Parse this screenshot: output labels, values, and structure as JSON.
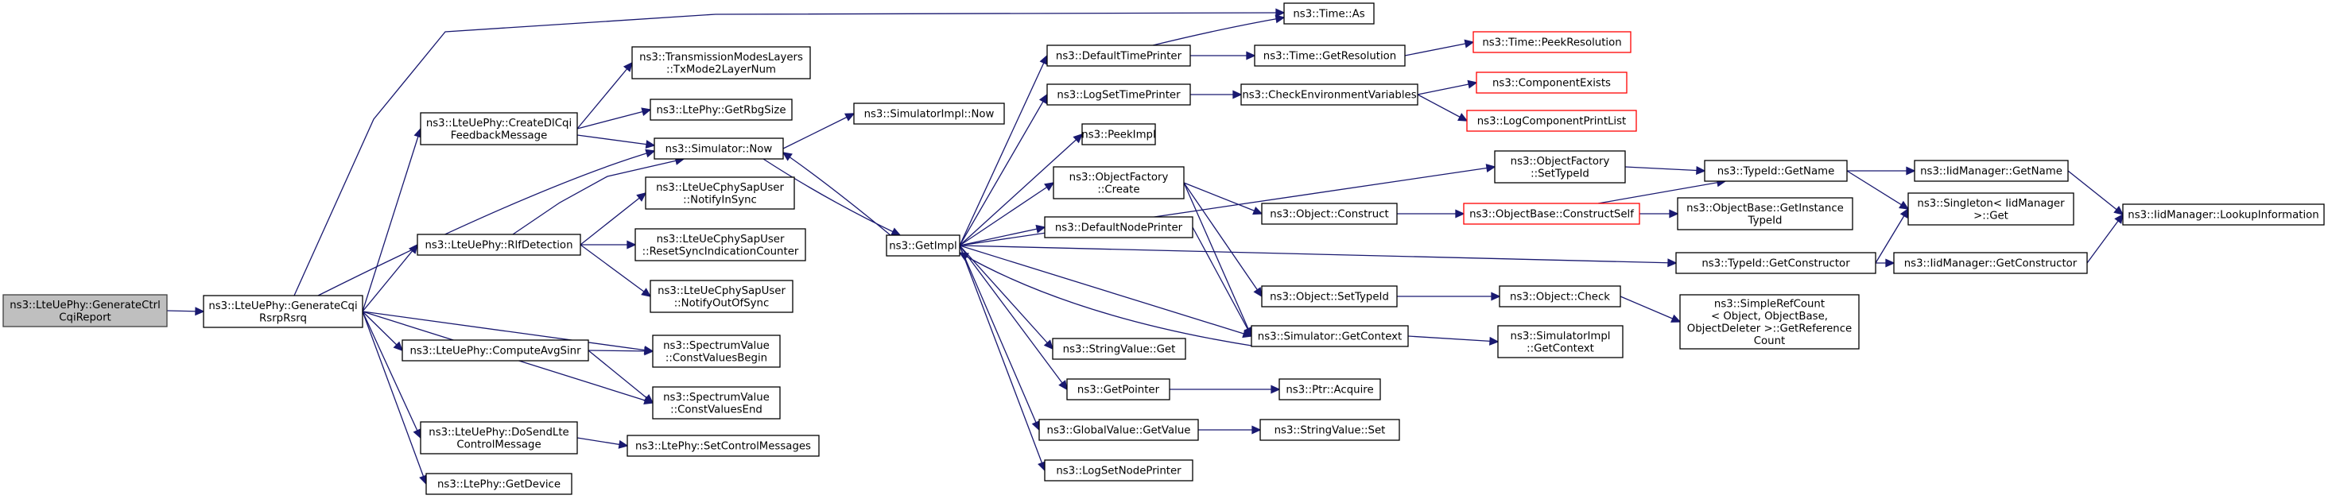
{
  "graph": {
    "kind": "call-graph",
    "colors": {
      "edge": "#191970",
      "root_fill": "#bfbfbf",
      "missing_border": "#ff0000",
      "node_border": "#000000"
    },
    "nodes": [
      {
        "id": "root",
        "lines": [
          "ns3::LteUePhy::GenerateCtrl",
          "CqiReport"
        ],
        "style": "root"
      },
      {
        "id": "gencqi",
        "lines": [
          "ns3::LteUePhy::GenerateCqi",
          "RsrpRsrq"
        ]
      },
      {
        "id": "timeas",
        "lines": [
          "ns3::Time::As"
        ]
      },
      {
        "id": "txmode",
        "lines": [
          "ns3::TransmissionModesLayers",
          "::TxMode2LayerNum"
        ]
      },
      {
        "id": "createdl",
        "lines": [
          "ns3::LteUePhy::CreateDlCqi",
          "FeedbackMessage"
        ]
      },
      {
        "id": "rbg",
        "lines": [
          "ns3::LtePhy::GetRbgSize"
        ]
      },
      {
        "id": "simnow",
        "lines": [
          "ns3::Simulator::Now"
        ]
      },
      {
        "id": "simimplnow",
        "lines": [
          "ns3::SimulatorImpl::Now"
        ]
      },
      {
        "id": "insync",
        "lines": [
          "ns3::LteUeCphySapUser",
          "::NotifyInSync"
        ]
      },
      {
        "id": "rlf",
        "lines": [
          "ns3::LteUePhy::RlfDetection"
        ]
      },
      {
        "id": "resetsync",
        "lines": [
          "ns3::LteUeCphySapUser",
          "::ResetSyncIndicationCounter"
        ]
      },
      {
        "id": "outofsync",
        "lines": [
          "ns3::LteUeCphySapUser",
          "::NotifyOutOfSync"
        ]
      },
      {
        "id": "avgsinr",
        "lines": [
          "ns3::LteUePhy::ComputeAvgSinr"
        ]
      },
      {
        "id": "cvbegin",
        "lines": [
          "ns3::SpectrumValue",
          "::ConstValuesBegin"
        ]
      },
      {
        "id": "cvend",
        "lines": [
          "ns3::SpectrumValue",
          "::ConstValuesEnd"
        ]
      },
      {
        "id": "dosend",
        "lines": [
          "ns3::LteUePhy::DoSendLte",
          "ControlMessage"
        ]
      },
      {
        "id": "setctrl",
        "lines": [
          "ns3::LtePhy::SetControlMessages"
        ]
      },
      {
        "id": "getdevice",
        "lines": [
          "ns3::LtePhy::GetDevice"
        ]
      },
      {
        "id": "getimpl",
        "lines": [
          "ns3::GetImpl"
        ]
      },
      {
        "id": "deftime",
        "lines": [
          "ns3::DefaultTimePrinter"
        ]
      },
      {
        "id": "logsettime",
        "lines": [
          "ns3::LogSetTimePrinter"
        ]
      },
      {
        "id": "peekimpl",
        "lines": [
          "ns3::PeekImpl"
        ]
      },
      {
        "id": "ofcreate",
        "lines": [
          "ns3::ObjectFactory",
          "::Create"
        ]
      },
      {
        "id": "defnode",
        "lines": [
          "ns3::DefaultNodePrinter"
        ]
      },
      {
        "id": "strget",
        "lines": [
          "ns3::StringValue::Get"
        ]
      },
      {
        "id": "getptr",
        "lines": [
          "ns3::GetPointer"
        ]
      },
      {
        "id": "gvget",
        "lines": [
          "ns3::GlobalValue::GetValue"
        ]
      },
      {
        "id": "logsetnode",
        "lines": [
          "ns3::LogSetNodePrinter"
        ]
      },
      {
        "id": "getres",
        "lines": [
          "ns3::Time::GetResolution"
        ]
      },
      {
        "id": "peekres",
        "lines": [
          "ns3::Time::PeekResolution"
        ],
        "style": "red"
      },
      {
        "id": "checkenv",
        "lines": [
          "ns3::CheckEnvironmentVariables"
        ]
      },
      {
        "id": "compexists",
        "lines": [
          "ns3::ComponentExists"
        ],
        "style": "red"
      },
      {
        "id": "logcomplist",
        "lines": [
          "ns3::LogComponentPrintList"
        ],
        "style": "red"
      },
      {
        "id": "ofsettype",
        "lines": [
          "ns3::ObjectFactory",
          "::SetTypeId"
        ]
      },
      {
        "id": "objconstruct",
        "lines": [
          "ns3::Object::Construct"
        ]
      },
      {
        "id": "objsettype",
        "lines": [
          "ns3::Object::SetTypeId"
        ]
      },
      {
        "id": "simgetctx",
        "lines": [
          "ns3::Simulator::GetContext"
        ]
      },
      {
        "id": "ptracq",
        "lines": [
          "ns3::Ptr::Acquire"
        ]
      },
      {
        "id": "strset",
        "lines": [
          "ns3::StringValue::Set"
        ]
      },
      {
        "id": "tidname",
        "lines": [
          "ns3::TypeId::GetName"
        ]
      },
      {
        "id": "obconstructself",
        "lines": [
          "ns3::ObjectBase::ConstructSelf"
        ],
        "style": "red"
      },
      {
        "id": "tidctor",
        "lines": [
          "ns3::TypeId::GetConstructor"
        ]
      },
      {
        "id": "objcheck",
        "lines": [
          "ns3::Object::Check"
        ]
      },
      {
        "id": "simimplctx",
        "lines": [
          "ns3::SimulatorImpl",
          "::GetContext"
        ]
      },
      {
        "id": "obgetinst",
        "lines": [
          "ns3::ObjectBase::GetInstance",
          "TypeId"
        ]
      },
      {
        "id": "srcget",
        "lines": [
          "ns3::SimpleRefCount",
          "< Object, ObjectBase,",
          "ObjectDeleter >::GetReference",
          "Count"
        ]
      },
      {
        "id": "iidname",
        "lines": [
          "ns3::IidManager::GetName"
        ]
      },
      {
        "id": "singleton",
        "lines": [
          "ns3::Singleton< IidManager",
          ">::Get"
        ]
      },
      {
        "id": "iidctor",
        "lines": [
          "ns3::IidManager::GetConstructor"
        ]
      },
      {
        "id": "iidlookup",
        "lines": [
          "ns3::IidManager::LookupInformation"
        ]
      }
    ],
    "edges": [
      [
        "root",
        "gencqi"
      ],
      [
        "gencqi",
        "timeas"
      ],
      [
        "gencqi",
        "createdl"
      ],
      [
        "gencqi",
        "simnow"
      ],
      [
        "gencqi",
        "rlf"
      ],
      [
        "gencqi",
        "avgsinr"
      ],
      [
        "gencqi",
        "cvbegin"
      ],
      [
        "gencqi",
        "cvend"
      ],
      [
        "gencqi",
        "dosend"
      ],
      [
        "gencqi",
        "getdevice"
      ],
      [
        "createdl",
        "txmode"
      ],
      [
        "createdl",
        "rbg"
      ],
      [
        "createdl",
        "simnow"
      ],
      [
        "simnow",
        "simimplnow"
      ],
      [
        "simnow",
        "getimpl"
      ],
      [
        "rlf",
        "simnow"
      ],
      [
        "rlf",
        "insync"
      ],
      [
        "rlf",
        "resetsync"
      ],
      [
        "rlf",
        "outofsync"
      ],
      [
        "avgsinr",
        "cvbegin"
      ],
      [
        "avgsinr",
        "cvend"
      ],
      [
        "dosend",
        "setctrl"
      ],
      [
        "getimpl",
        "simnow"
      ],
      [
        "getimpl",
        "deftime"
      ],
      [
        "getimpl",
        "logsettime"
      ],
      [
        "getimpl",
        "peekimpl"
      ],
      [
        "getimpl",
        "ofsettype"
      ],
      [
        "getimpl",
        "ofcreate"
      ],
      [
        "getimpl",
        "tidctor"
      ],
      [
        "getimpl",
        "defnode"
      ],
      [
        "getimpl",
        "strget"
      ],
      [
        "getimpl",
        "getptr"
      ],
      [
        "getimpl",
        "gvget"
      ],
      [
        "getimpl",
        "logsetnode"
      ],
      [
        "getimpl",
        "simgetctx"
      ],
      [
        "deftime",
        "timeas"
      ],
      [
        "deftime",
        "getres"
      ],
      [
        "getres",
        "peekres"
      ],
      [
        "logsettime",
        "checkenv"
      ],
      [
        "checkenv",
        "compexists"
      ],
      [
        "checkenv",
        "logcomplist"
      ],
      [
        "ofcreate",
        "objconstruct"
      ],
      [
        "ofcreate",
        "objsettype"
      ],
      [
        "ofcreate",
        "simgetctx"
      ],
      [
        "defnode",
        "simgetctx"
      ],
      [
        "objconstruct",
        "obconstructself"
      ],
      [
        "objsettype",
        "objcheck"
      ],
      [
        "simgetctx",
        "getimpl"
      ],
      [
        "simgetctx",
        "simimplctx"
      ],
      [
        "getptr",
        "ptracq"
      ],
      [
        "gvget",
        "strset"
      ],
      [
        "ofsettype",
        "tidname"
      ],
      [
        "obconstructself",
        "tidname"
      ],
      [
        "obconstructself",
        "obgetinst"
      ],
      [
        "objcheck",
        "srcget"
      ],
      [
        "tidname",
        "iidname"
      ],
      [
        "tidname",
        "singleton"
      ],
      [
        "tidctor",
        "singleton"
      ],
      [
        "tidctor",
        "iidctor"
      ],
      [
        "iidname",
        "iidlookup"
      ],
      [
        "iidctor",
        "iidlookup"
      ]
    ]
  }
}
